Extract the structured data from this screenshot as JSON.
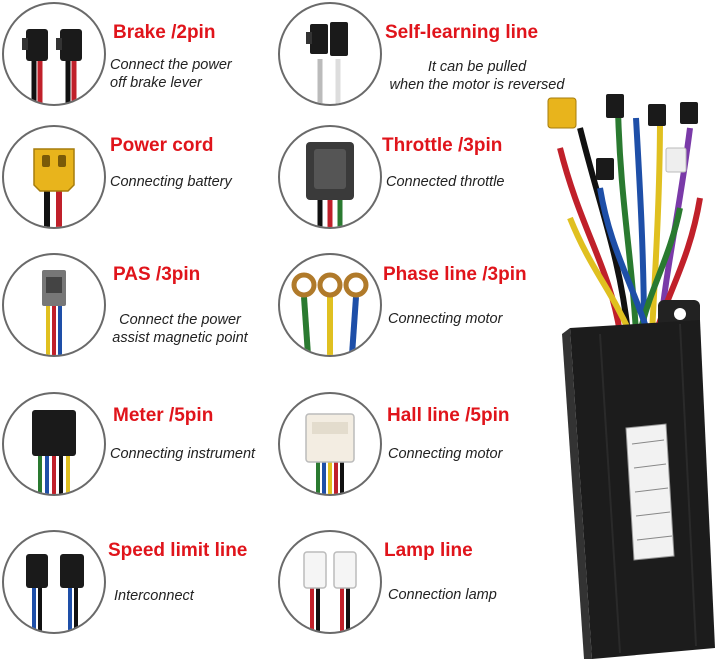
{
  "items": [
    {
      "title": "Brake /2pin",
      "desc": [
        "Connect the power",
        "off brake lever"
      ],
      "icon": "brake-connector-icon"
    },
    {
      "title": "Self-learning line",
      "desc": [
        "It can be pulled",
        "when the motor is reversed"
      ],
      "icon": "self-learning-connector-icon"
    },
    {
      "title": "Power cord",
      "desc": [
        "Connecting battery"
      ],
      "icon": "xt60-power-connector-icon"
    },
    {
      "title": "Throttle /3pin",
      "desc": [
        "Connected throttle"
      ],
      "icon": "throttle-connector-icon"
    },
    {
      "title": "PAS /3pin",
      "desc": [
        "Connect the power",
        "assist magnetic point"
      ],
      "icon": "pas-connector-icon"
    },
    {
      "title": "Phase line /3pin",
      "desc": [
        "Connecting motor"
      ],
      "icon": "phase-ring-terminal-icon"
    },
    {
      "title": "Meter /5pin",
      "desc": [
        "Connecting instrument"
      ],
      "icon": "meter-connector-icon"
    },
    {
      "title": "Hall line /5pin",
      "desc": [
        "Connecting motor"
      ],
      "icon": "hall-connector-icon"
    },
    {
      "title": "Speed limit line",
      "desc": [
        "Interconnect"
      ],
      "icon": "speed-limit-connector-icon"
    },
    {
      "title": "Lamp line",
      "desc": [
        "Connection lamp"
      ],
      "icon": "lamp-connector-icon"
    }
  ],
  "colors": {
    "title": "#e0141b",
    "text": "#222222",
    "circle_border": "#6a6a6a",
    "controller": "#1c1c1c"
  }
}
